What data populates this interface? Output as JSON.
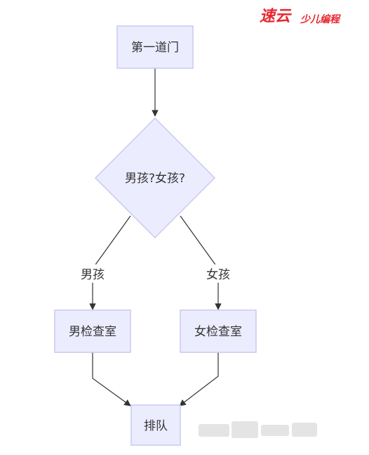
{
  "logo": {
    "big": "速云",
    "small": "少儿编程",
    "color": "#e8262f"
  },
  "nodes": {
    "start": "第一道门",
    "decision": "男孩?女孩?",
    "boy_room": "男检查室",
    "girl_room": "女检查室",
    "queue": "排队"
  },
  "edges": {
    "boy_label": "男孩",
    "girl_label": "女孩"
  },
  "colors": {
    "node_fill": "#ececff",
    "node_stroke": "#c9c9f0",
    "line": "#333333"
  }
}
